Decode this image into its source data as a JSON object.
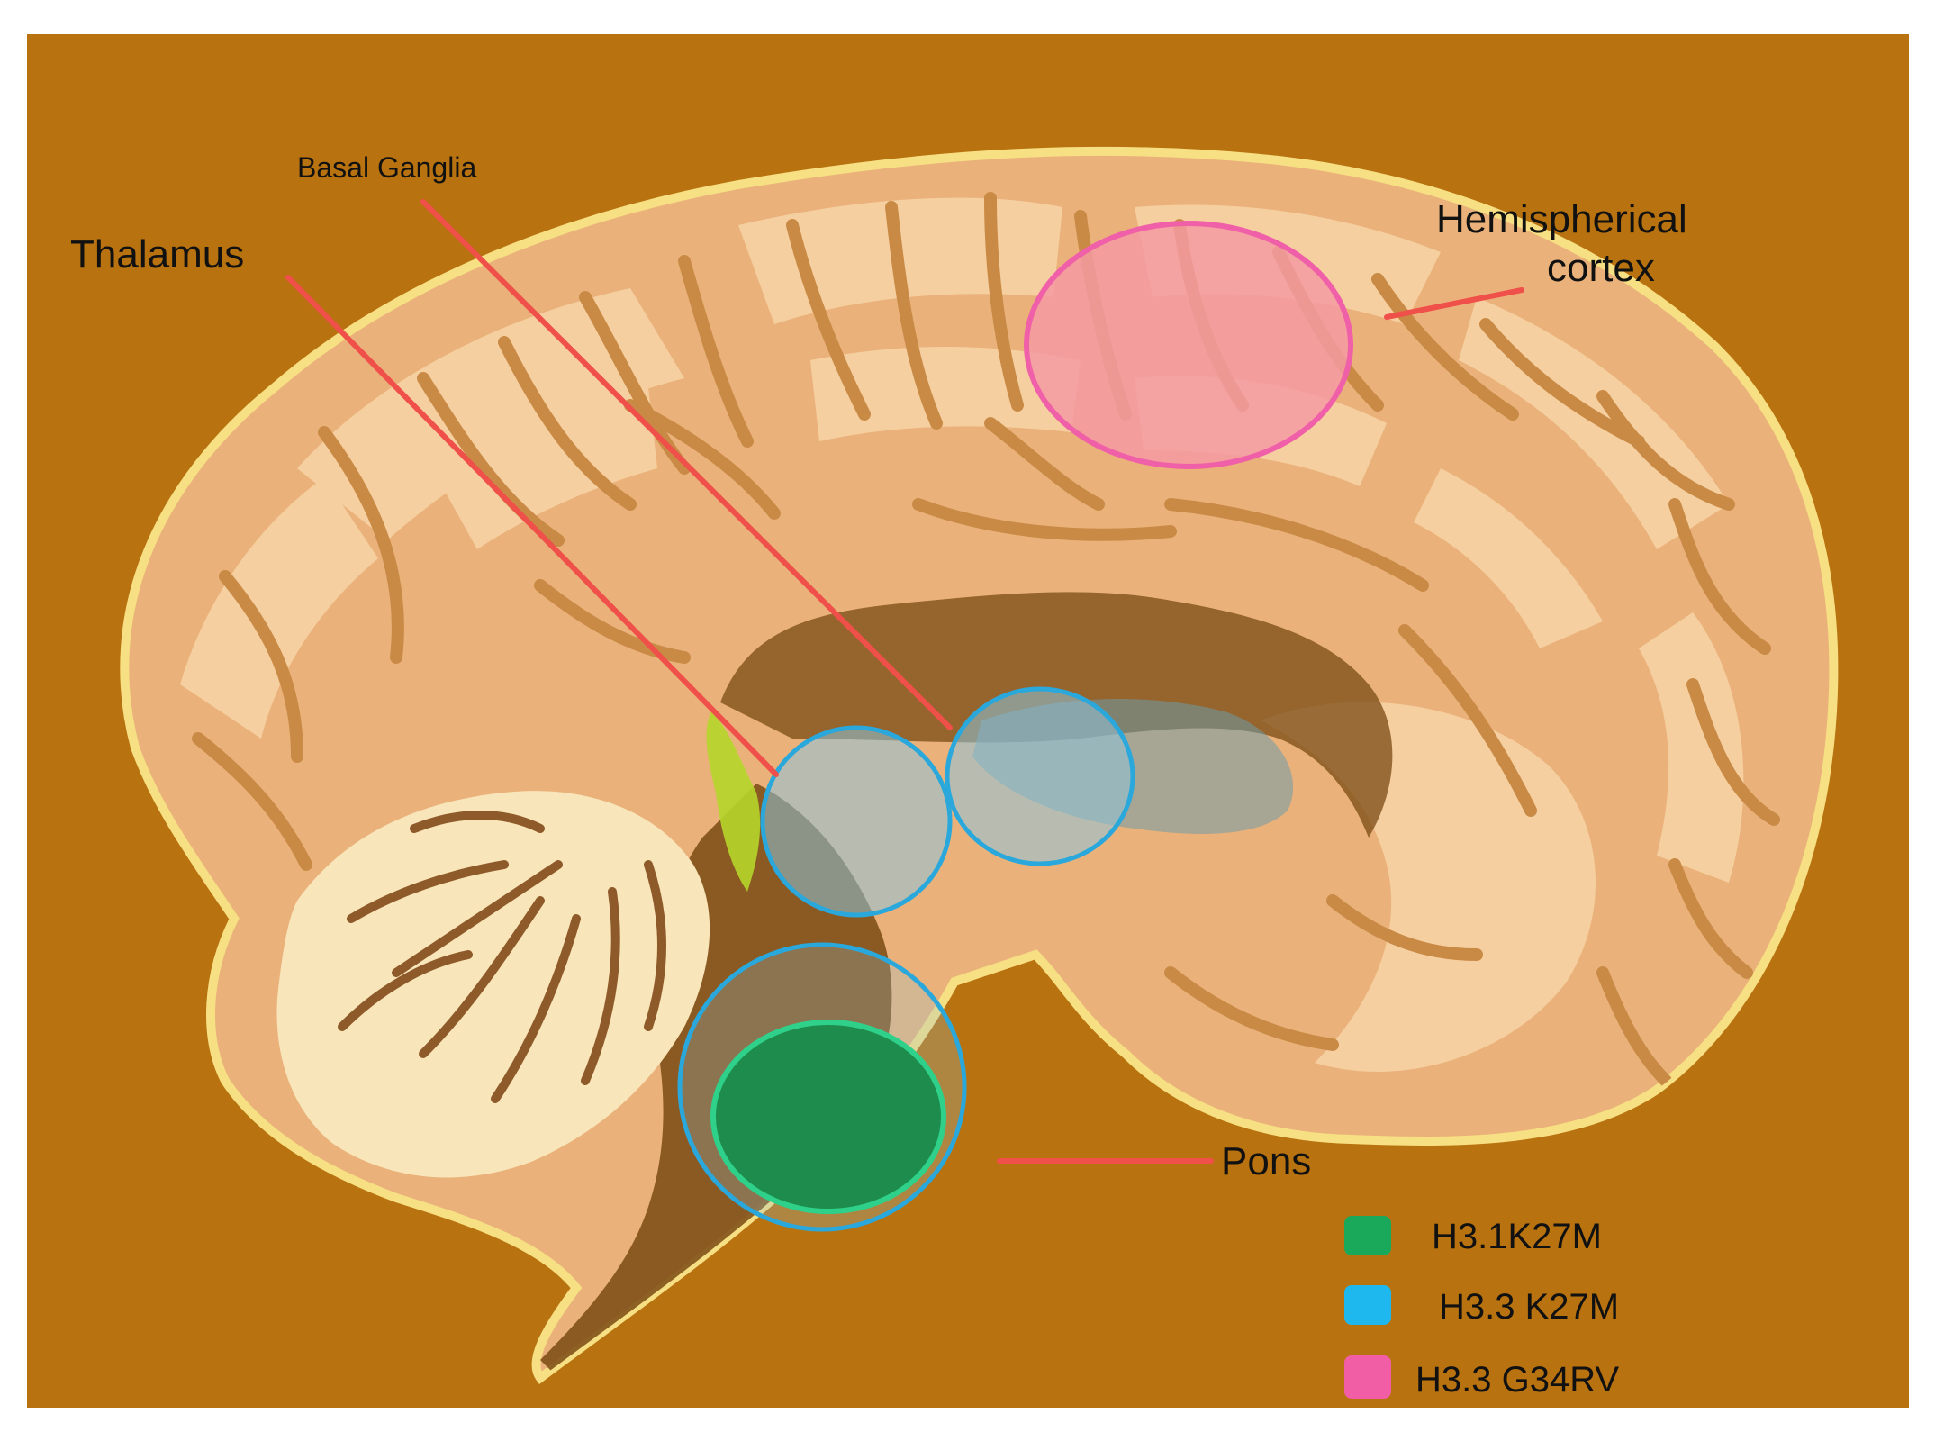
{
  "labels": {
    "basal_ganglia": "Basal Ganglia",
    "thalamus": "Thalamus",
    "hemispherical_line1": "Hemispherical",
    "hemispherical_line2": "cortex",
    "pons": "Pons"
  },
  "legend": [
    {
      "label": "H3.1K27M",
      "color": "#1aa85a"
    },
    {
      "label": "H3.3 K27M",
      "color": "#1fb8ee"
    },
    {
      "label": "H3.3 G34RV",
      "color": "#f25ea6"
    }
  ],
  "colors": {
    "background": "#b8720f",
    "brain_base": "#eab27a",
    "brain_light": "#f6cfa0",
    "sulci": "#c98a45",
    "brain_outline": "#f7df83",
    "deep_structure": "#7a4a14",
    "cerebellum_light": "#f8e6ba",
    "cerebellum_dark": "#8f5a2a",
    "leader_line": "#f0504a",
    "circle_stroke": "#2aa8dc",
    "circle_fill": "#8ec4dc",
    "pons_green": "#1d8c4c",
    "pink_fill": "#f59aa2",
    "pink_stroke": "#f060a8"
  }
}
